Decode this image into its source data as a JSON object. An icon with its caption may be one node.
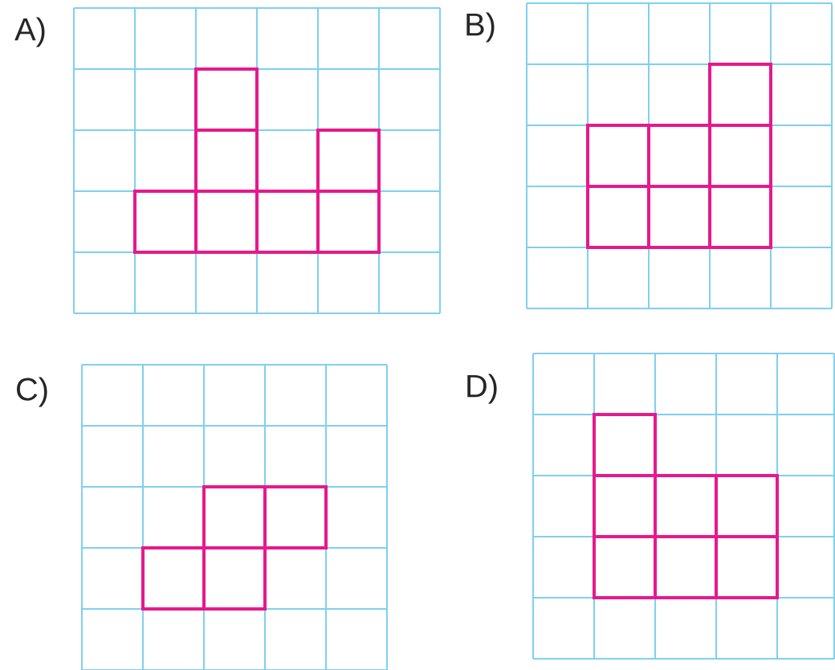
{
  "diagram": {
    "labels": [
      "A)",
      "B)",
      "C)",
      "D)"
    ]
  }
}
